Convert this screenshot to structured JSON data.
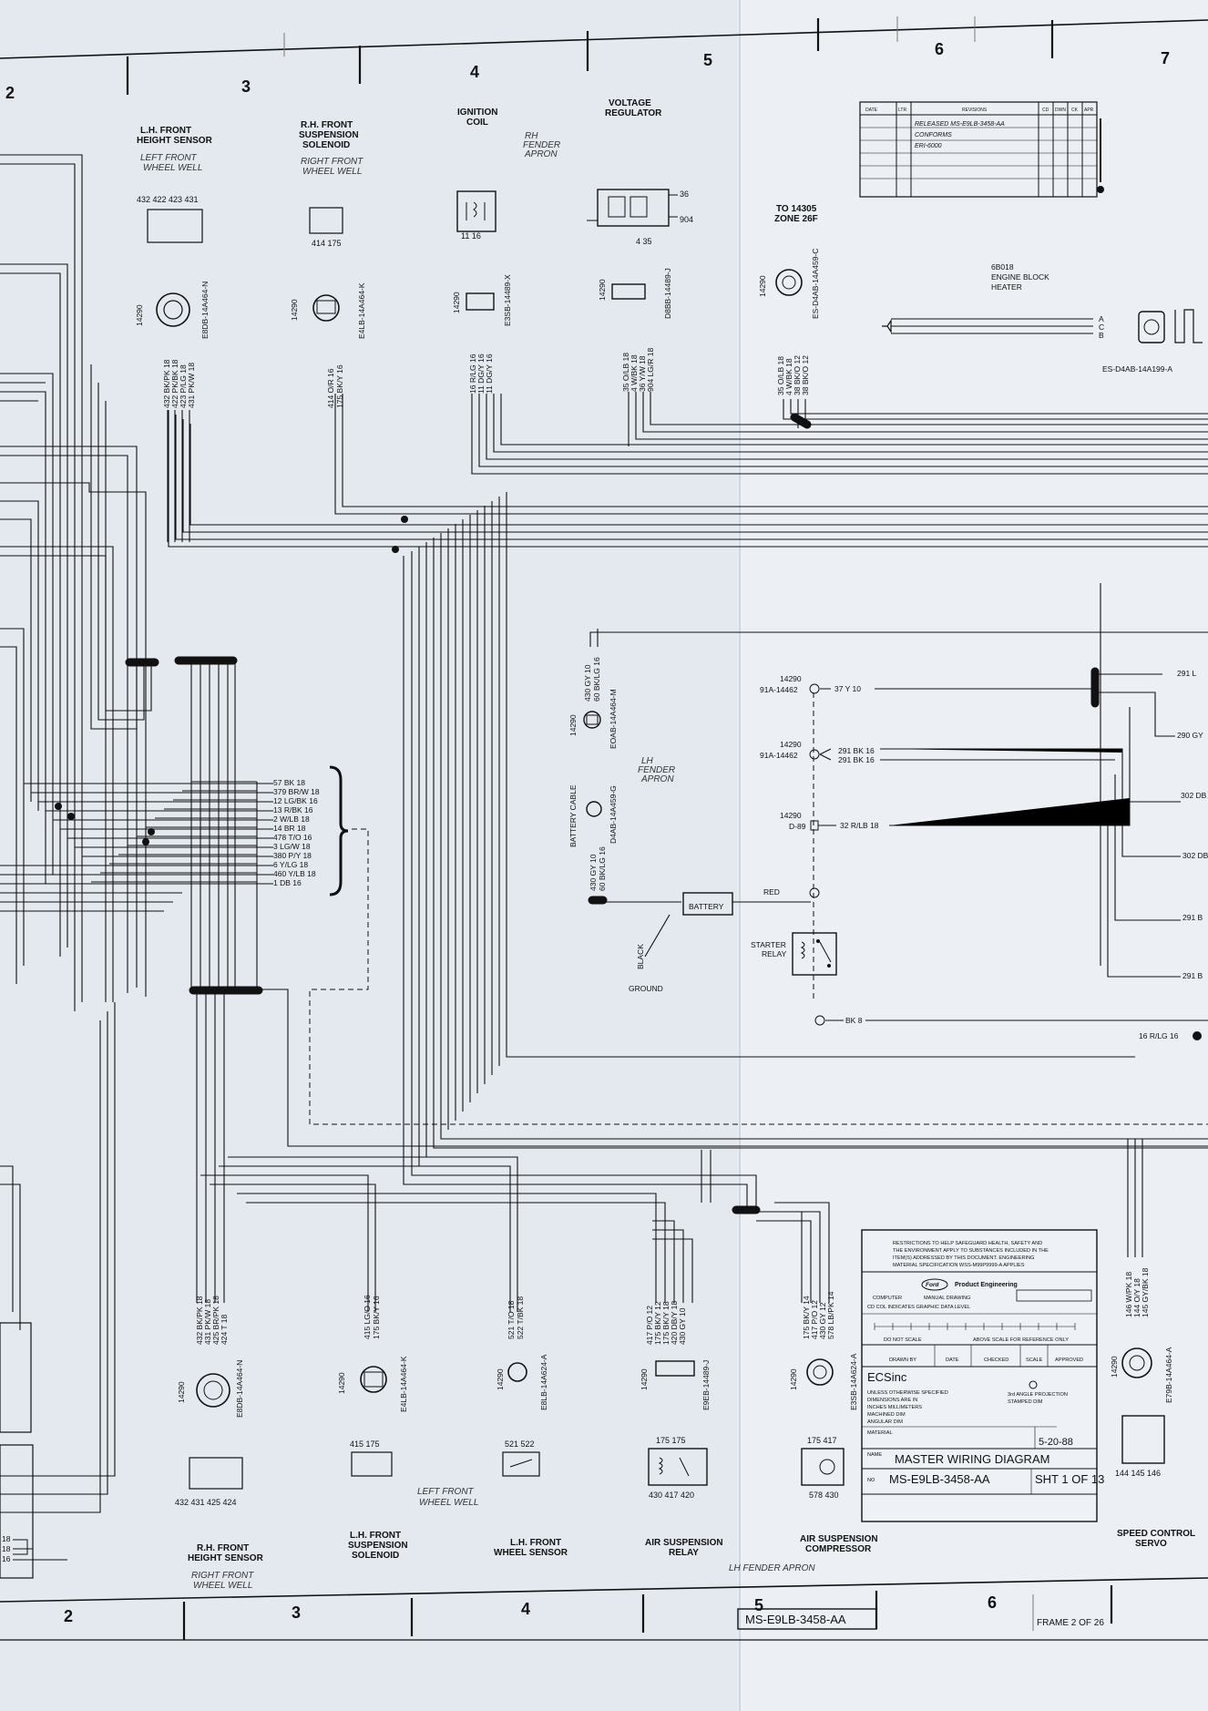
{
  "zones_top": [
    "2",
    "3",
    "4",
    "5",
    "6",
    "7"
  ],
  "zones_bottom": [
    "2",
    "3",
    "4",
    "5",
    "6"
  ],
  "components": {
    "lh_height_sensor": {
      "title": [
        "L.H. FRONT",
        "HEIGHT SENSOR"
      ],
      "location": [
        "LEFT FRONT",
        "WHEEL WELL"
      ],
      "pins": "432 422 423 431",
      "conn_part": "E8DB-14A464-N",
      "conn_num": "14290",
      "wires": [
        "432 BK/PK 18",
        "422 PK/BK 18",
        "423 P/LG 18",
        "431 PK/W 18"
      ]
    },
    "rh_susp_solenoid": {
      "title": [
        "R.H. FRONT",
        "SUSPENSION",
        "SOLENOID"
      ],
      "location": [
        "RIGHT FRONT",
        "WHEEL WELL"
      ],
      "pins": "414  175",
      "conn_part": "E4LB-14A464-K",
      "conn_num": "14290",
      "wires": [
        "414 O/R 16",
        "175 BK/Y 16"
      ]
    },
    "ignition_coil": {
      "title": [
        "IGNITION",
        "COIL"
      ],
      "location": [
        "RH",
        "FENDER",
        "APRON"
      ],
      "pins": "11  16",
      "conn_part": "E3SB-14489-X",
      "conn_num": "14290",
      "wires": [
        "16 R/LG 16",
        "11 DG/Y 16",
        "11 DG/Y 16"
      ]
    },
    "voltage_regulator": {
      "title": [
        "VOLTAGE",
        "REGULATOR"
      ],
      "pin_right_top": "36",
      "pin_right_bottom": "904",
      "pins": "4   35",
      "conn_part": "D8BB-14489-J",
      "conn_num": "14290",
      "wires": [
        "35 O/LB 18",
        "4 W/BK 18",
        "36 Y/W 18",
        "904 LG/R 18"
      ]
    },
    "to_14305": {
      "title": [
        "TO 14305",
        "ZONE 26F"
      ],
      "conn_part": "ES-D4AB-14A459-C",
      "conn_num": "14290",
      "wires": [
        "35 O/LB 18",
        "4 W/BK 18",
        "38 BK/O 12",
        "38 BK/O 12"
      ]
    },
    "block_heater": {
      "title": [
        "6B018",
        "ENGINE BLOCK",
        "HEATER"
      ],
      "pins": [
        "A",
        "C",
        "B"
      ],
      "conn_part": "ES-D4AB-14A199-A"
    },
    "revisions": {
      "col_date": "DATE",
      "col_ltr": "LTR",
      "col_rev": "REVISIONS",
      "col_cd": "CD",
      "col_dwn": "DWN",
      "col_ck": "CK",
      "col_apr": "APR",
      "entry": [
        "RELEASED MS-E9LB-3458-AA",
        "CONFORMS",
        "ERI-6000"
      ]
    },
    "bundle": {
      "wires": [
        "57 BK 18",
        "379 BR/W 18",
        "12 LG/BK 16",
        "13 R/BK 16",
        "2 W/LB 18",
        "14 BR 18",
        "478 T/O 16",
        "3 LG/W 18",
        "380 P/Y 18",
        "6 Y/LG 18",
        "460 Y/LB 18",
        "1 DB 16"
      ]
    },
    "lh_fender_conn": {
      "conn_part": "EOAB-14A464-M",
      "conn_num": "14290",
      "wires": [
        "430 GY 10",
        "60 BK/LG 16"
      ],
      "label": [
        "LH",
        "FENDER",
        "APRON"
      ]
    },
    "battery_cable": {
      "label": "BATTERY CABLE",
      "conn_part": "D4AB-14A459-G",
      "wires": [
        "430 GY 10",
        "60 BK/LG 16"
      ]
    },
    "battery": {
      "label": "BATTERY",
      "red": "RED",
      "black": "BLACK",
      "ground": "GROUND"
    },
    "splices": [
      {
        "num": "14290",
        "part": "91A-14462",
        "wire": "37 Y 10"
      },
      {
        "num": "14290",
        "part": "91A-14462",
        "wire": "291 BK 16",
        "wire2": "291 BK 16"
      },
      {
        "num": "14290",
        "part": "D-89",
        "wire": "32 R/LB 18"
      }
    ],
    "starter_relay": {
      "label": [
        "STARTER",
        "RELAY"
      ],
      "wire": "BK 8"
    },
    "right_edge_wires": [
      "291 L",
      "290 GY",
      "302 DB",
      "302 DB",
      "291 B",
      "291 B",
      "16 R/LG 16"
    ],
    "rh_height_sensor": {
      "title": [
        "R.H. FRONT",
        "HEIGHT SENSOR"
      ],
      "location": [
        "RIGHT FRONT",
        "WHEEL WELL"
      ],
      "pins": "432  431 425  424",
      "conn_part": "E8DB-14A464-N",
      "conn_num": "14290",
      "wires": [
        "432 BK/PK 18",
        "431 PK/W 18",
        "425 BR/PK 18",
        "424 T 18"
      ]
    },
    "lh_susp_solenoid": {
      "title": [
        "L.H. FRONT",
        "SUSPENSION",
        "SOLENOID"
      ],
      "location": [
        "LEFT FRONT",
        "WHEEL WELL"
      ],
      "pins": "415  175",
      "conn_part": "E4LB-14A464-K",
      "conn_num": "14290",
      "wires": [
        "415 LG/O 16",
        "175 BK/Y 16"
      ]
    },
    "lh_wheel_sensor": {
      "title": [
        "L.H. FRONT",
        "WHEEL SENSOR"
      ],
      "pins": "521  522",
      "conn_part": "E8LB-14A624-A",
      "conn_num": "14290",
      "wires": [
        "521 T/O 18",
        "522 T/BK 18"
      ]
    },
    "air_susp_relay": {
      "title": [
        "AIR SUSPENSION",
        "RELAY"
      ],
      "pins_top": "175     175",
      "pins_bottom": "430 417  420",
      "conn_part": "E9EB-14489-J",
      "conn_num": "14290",
      "wires": [
        "417 P/O 12",
        "175 BK/Y 12",
        "175 BK/Y 18",
        "420 DB/Y 18",
        "430 GY 10"
      ]
    },
    "air_susp_comp": {
      "title": [
        "AIR SUSPENSION",
        "COMPRESSOR"
      ],
      "pins_top": "175   417",
      "pins_bottom": "578      430",
      "conn_part": "E3SB-14A624-A",
      "conn_num": "14290",
      "wires": [
        "175 BK/Y 14",
        "417 P/O 12",
        "430 GY 12",
        "578 LB/PK 14"
      ]
    },
    "lh_fender_apron_bottom": "LH FENDER APRON",
    "speed_control": {
      "title": [
        "SPEED CONTROL",
        "SERVO"
      ],
      "pins": "144  145  146",
      "conn_part": "E79B-14A464-A",
      "conn_num": "14290",
      "wires": [
        "146 W/PK 18",
        "144 O/Y 18",
        "145 GY/BK 18"
      ]
    }
  },
  "title_block": {
    "restrictions": [
      "RESTRICTIONS TO HELP SAFEGUARD HEALTH, SAFETY AND",
      "THE ENVIRONMENT APPLY TO SUBSTANCES INCLUDED IN THE",
      "ITEM(S) ADDRESSED BY THIS DOCUMENT. ENGINEERING",
      "MATERIAL SPECIFICATION WSS-M99P9999-A APPLIES"
    ],
    "brand": "Ford",
    "dept": "Product Engineering",
    "computer": "COMPUTER",
    "manual": "MANUAL DRAWING",
    "cd_col": "CD COL INDICATES GRAPHIC DATA LEVEL",
    "dont_scale": "DO NOT SCALE",
    "above_scale": "ABOVE SCALE FOR REFERENCE ONLY",
    "drawn_by": "DRAWN BY",
    "date_label": "DATE",
    "checked": "CHECKED",
    "scale": "SCALE",
    "approved": "APPROVED",
    "company": "ECSinc",
    "unless": [
      "UNLESS OTHERWISE SPECIFIED",
      "DIMENSIONS ARE IN",
      "INCHES  MILLIMETERS",
      "MACHINED DIM",
      "ANGULAR DIM"
    ],
    "projection": [
      "3rd ANGLE PROJECTION",
      "STAMPED DIM"
    ],
    "material": "MATERIAL",
    "date_value": "5-20-88",
    "name_label": "NAME",
    "name_value": "MASTER WIRING DIAGRAM",
    "no_label": "NO",
    "no_value": "MS-E9LB-3458-AA",
    "sheet": "SHT 1 OF 13"
  },
  "bottom_part_no": "MS-E9LB-3458-AA",
  "frame": "FRAME  2 OF 26",
  "left_labels": [
    "18",
    "18",
    "16"
  ],
  "colors": {
    "paper": "#e8ecf2",
    "ink": "#111111",
    "faint": "#b8bec8"
  }
}
